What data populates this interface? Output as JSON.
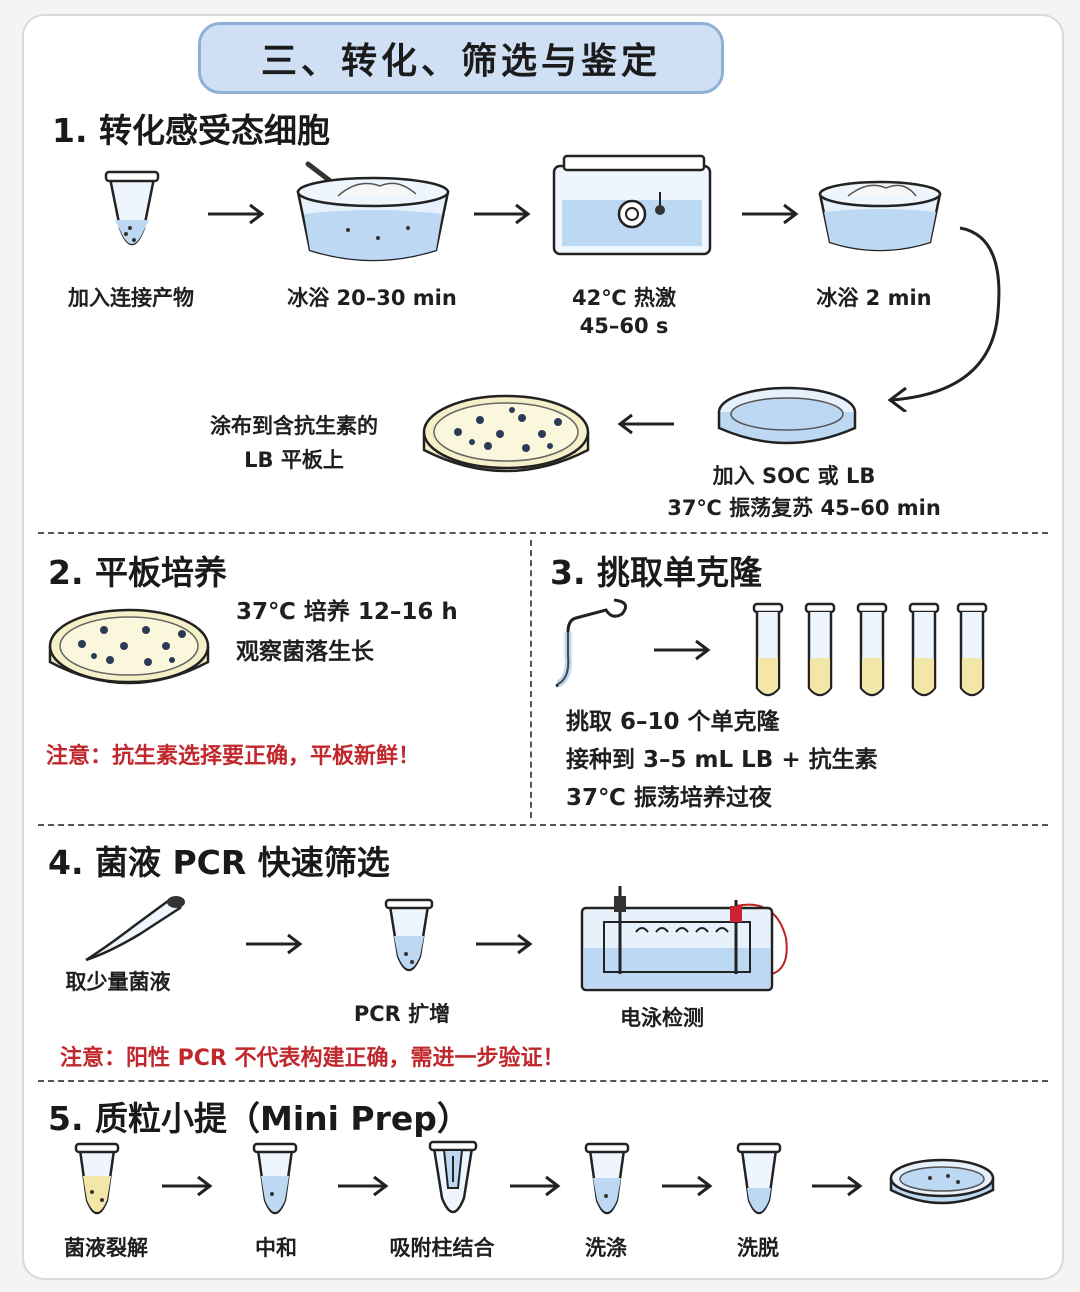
{
  "title": "三、转化、筛选与鉴定",
  "s1": {
    "title": "1. 转化感受态细胞",
    "steps": [
      "加入连接产物",
      "冰浴 20–30 min",
      "42℃ 热激",
      "45–60 s",
      "冰浴 2 min"
    ],
    "recover": [
      "加入 SOC 或 LB",
      "37℃ 振荡复苏 45–60 min"
    ],
    "plate": [
      "涂布到含抗生素的",
      "LB 平板上"
    ]
  },
  "s2": {
    "title": "2. 平板培养",
    "lines": [
      "37℃ 培养 12–16 h",
      "观察菌落生长"
    ],
    "note": "注意：抗生素选择要正确，平板新鲜！"
  },
  "s3": {
    "title": "3. 挑取单克隆",
    "lines": [
      "挑取 6–10 个单克隆",
      "接种到 3–5 mL LB + 抗生素",
      "37℃ 振荡培养过夜"
    ]
  },
  "s4": {
    "title": "4. 菌液 PCR 快速筛选",
    "steps": [
      "取少量菌液",
      "PCR 扩增",
      "电泳检测"
    ],
    "note": "注意：阳性 PCR 不代表构建正确，需进一步验证！"
  },
  "s5": {
    "title": "5. 质粒小提（Mini Prep）",
    "steps": [
      "菌液裂解",
      "中和",
      "吸附柱结合",
      "洗涤",
      "洗脱"
    ]
  },
  "colors": {
    "liquid": "#bcd8f2",
    "glass": "#e6f1fb",
    "agar": "#f6f0c8",
    "note": "#c0282d",
    "banner": "#cfe0f5"
  }
}
